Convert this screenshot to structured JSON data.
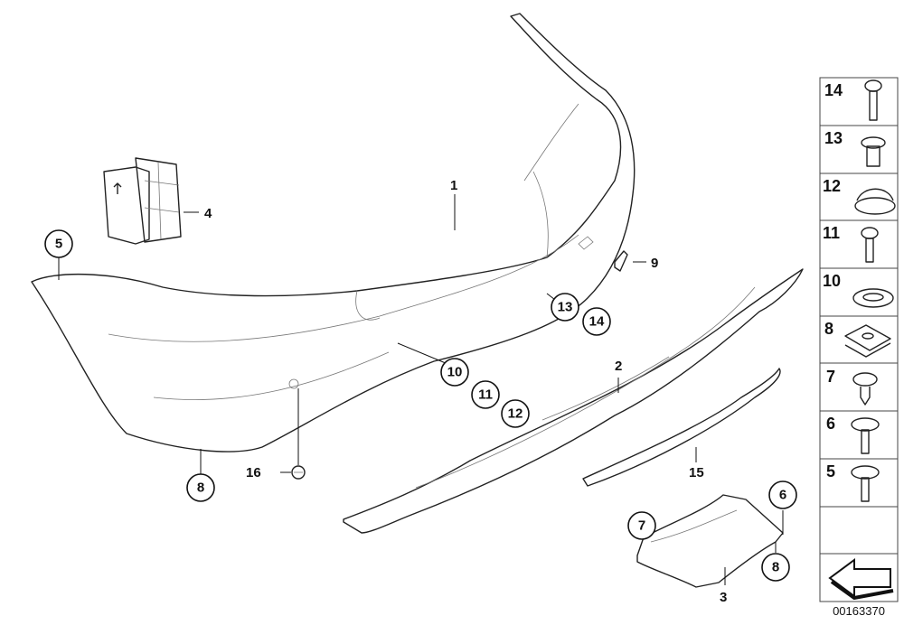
{
  "diagram": {
    "callouts": {
      "bumper": "1",
      "diffuser": "2",
      "bracket_bottom": "3",
      "guide": "4",
      "left_end": "5",
      "right_6": "6",
      "right_7": "7",
      "left_8": "8",
      "right_8": "8",
      "reflector": "9",
      "c10": "10",
      "c11": "11",
      "c12": "12",
      "c13": "13",
      "c14": "14",
      "strip": "15",
      "clip": "16"
    },
    "parts_legend": [
      "14",
      "13",
      "12",
      "11",
      "10",
      "8",
      "7",
      "6",
      "5"
    ],
    "legend_icons": [
      "screw-icon",
      "rivet-nut-icon",
      "cap-icon",
      "screw-icon",
      "washer-icon",
      "clip-nut-icon",
      "hex-screw-icon",
      "hex-screw-icon",
      "hex-screw-icon",
      "direction-arrow-icon"
    ],
    "diagram_code": "00163370"
  }
}
